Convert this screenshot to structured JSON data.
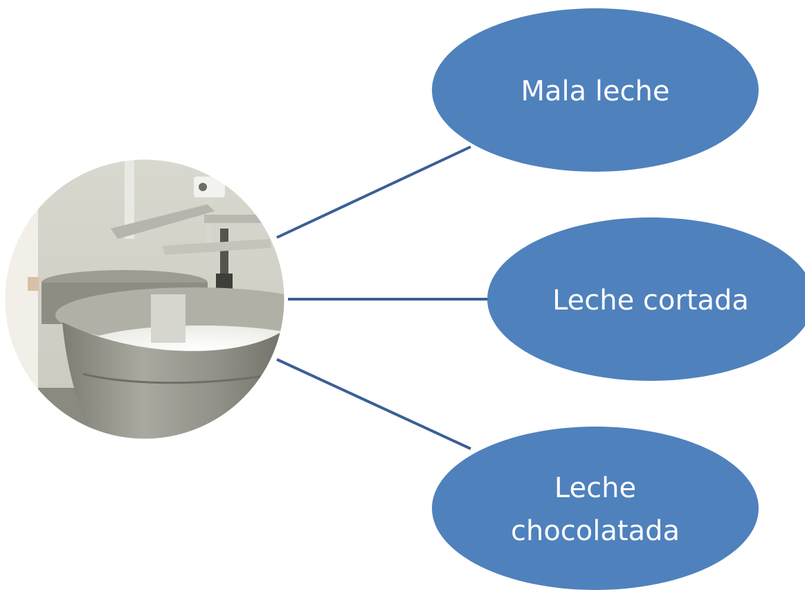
{
  "diagram": {
    "type": "radial-mind-map",
    "center": {
      "image": "cheese-vat-dairy-photo"
    },
    "nodes": [
      {
        "id": "mala",
        "lines": [
          "Mala leche"
        ]
      },
      {
        "id": "cortada",
        "lines": [
          "Leche cortada"
        ]
      },
      {
        "id": "chocolatada",
        "lines": [
          "Leche",
          "chocolatada"
        ]
      }
    ],
    "colors": {
      "node_fill": "#4f81bd",
      "connector": "#3a6095",
      "node_text": "#ffffff"
    }
  }
}
